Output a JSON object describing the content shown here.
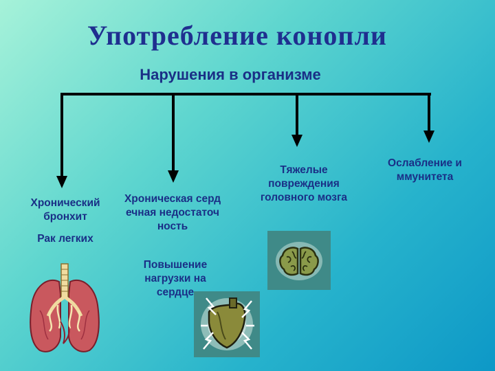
{
  "title": "Употребление конопли",
  "subtitle": "Нарушения в организме",
  "branches": [
    {
      "label": "Хронический бронхит",
      "sub": "Рак легких",
      "image": "lungs-image"
    },
    {
      "label": "Хроническая сердечная недостаточность",
      "sub": "Повышение нагрузки на сердце",
      "image": "heart-image"
    },
    {
      "label": "Тяжелые повреждения головного мозга",
      "image": "brain-image"
    },
    {
      "label": "Ослабление иммунитета"
    }
  ],
  "colors": {
    "title": "#1f2f8f",
    "connector": "#000000",
    "label": "#1a2f86"
  }
}
